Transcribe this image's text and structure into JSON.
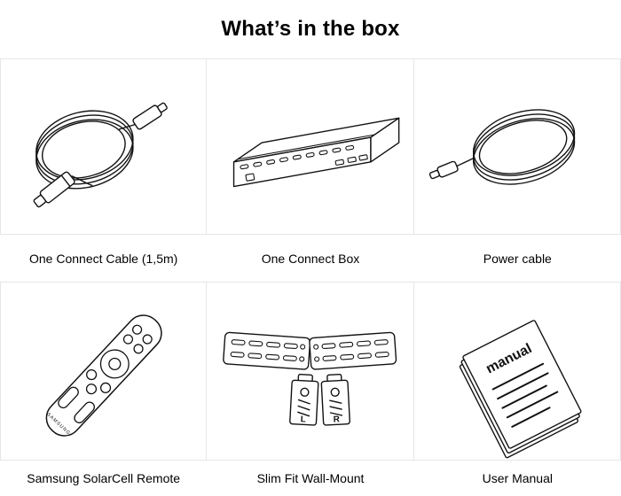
{
  "title": "What’s in the box",
  "items": [
    {
      "label": "One Connect Cable (1,5m)"
    },
    {
      "label": "One Connect Box"
    },
    {
      "label": "Power cable"
    },
    {
      "label": "Samsung SolarCell Remote"
    },
    {
      "label": "Slim Fit Wall-Mount"
    },
    {
      "label": "User Manual"
    }
  ],
  "illustrations": {
    "remote_brand": "SAMSUNG",
    "manual_cover_text": "manual",
    "mount_left_marker": "L",
    "mount_right_marker": "R"
  },
  "colors": {
    "line": "#111111",
    "cell_border": "#e6e6e6",
    "text": "#000000",
    "background": "#ffffff"
  }
}
